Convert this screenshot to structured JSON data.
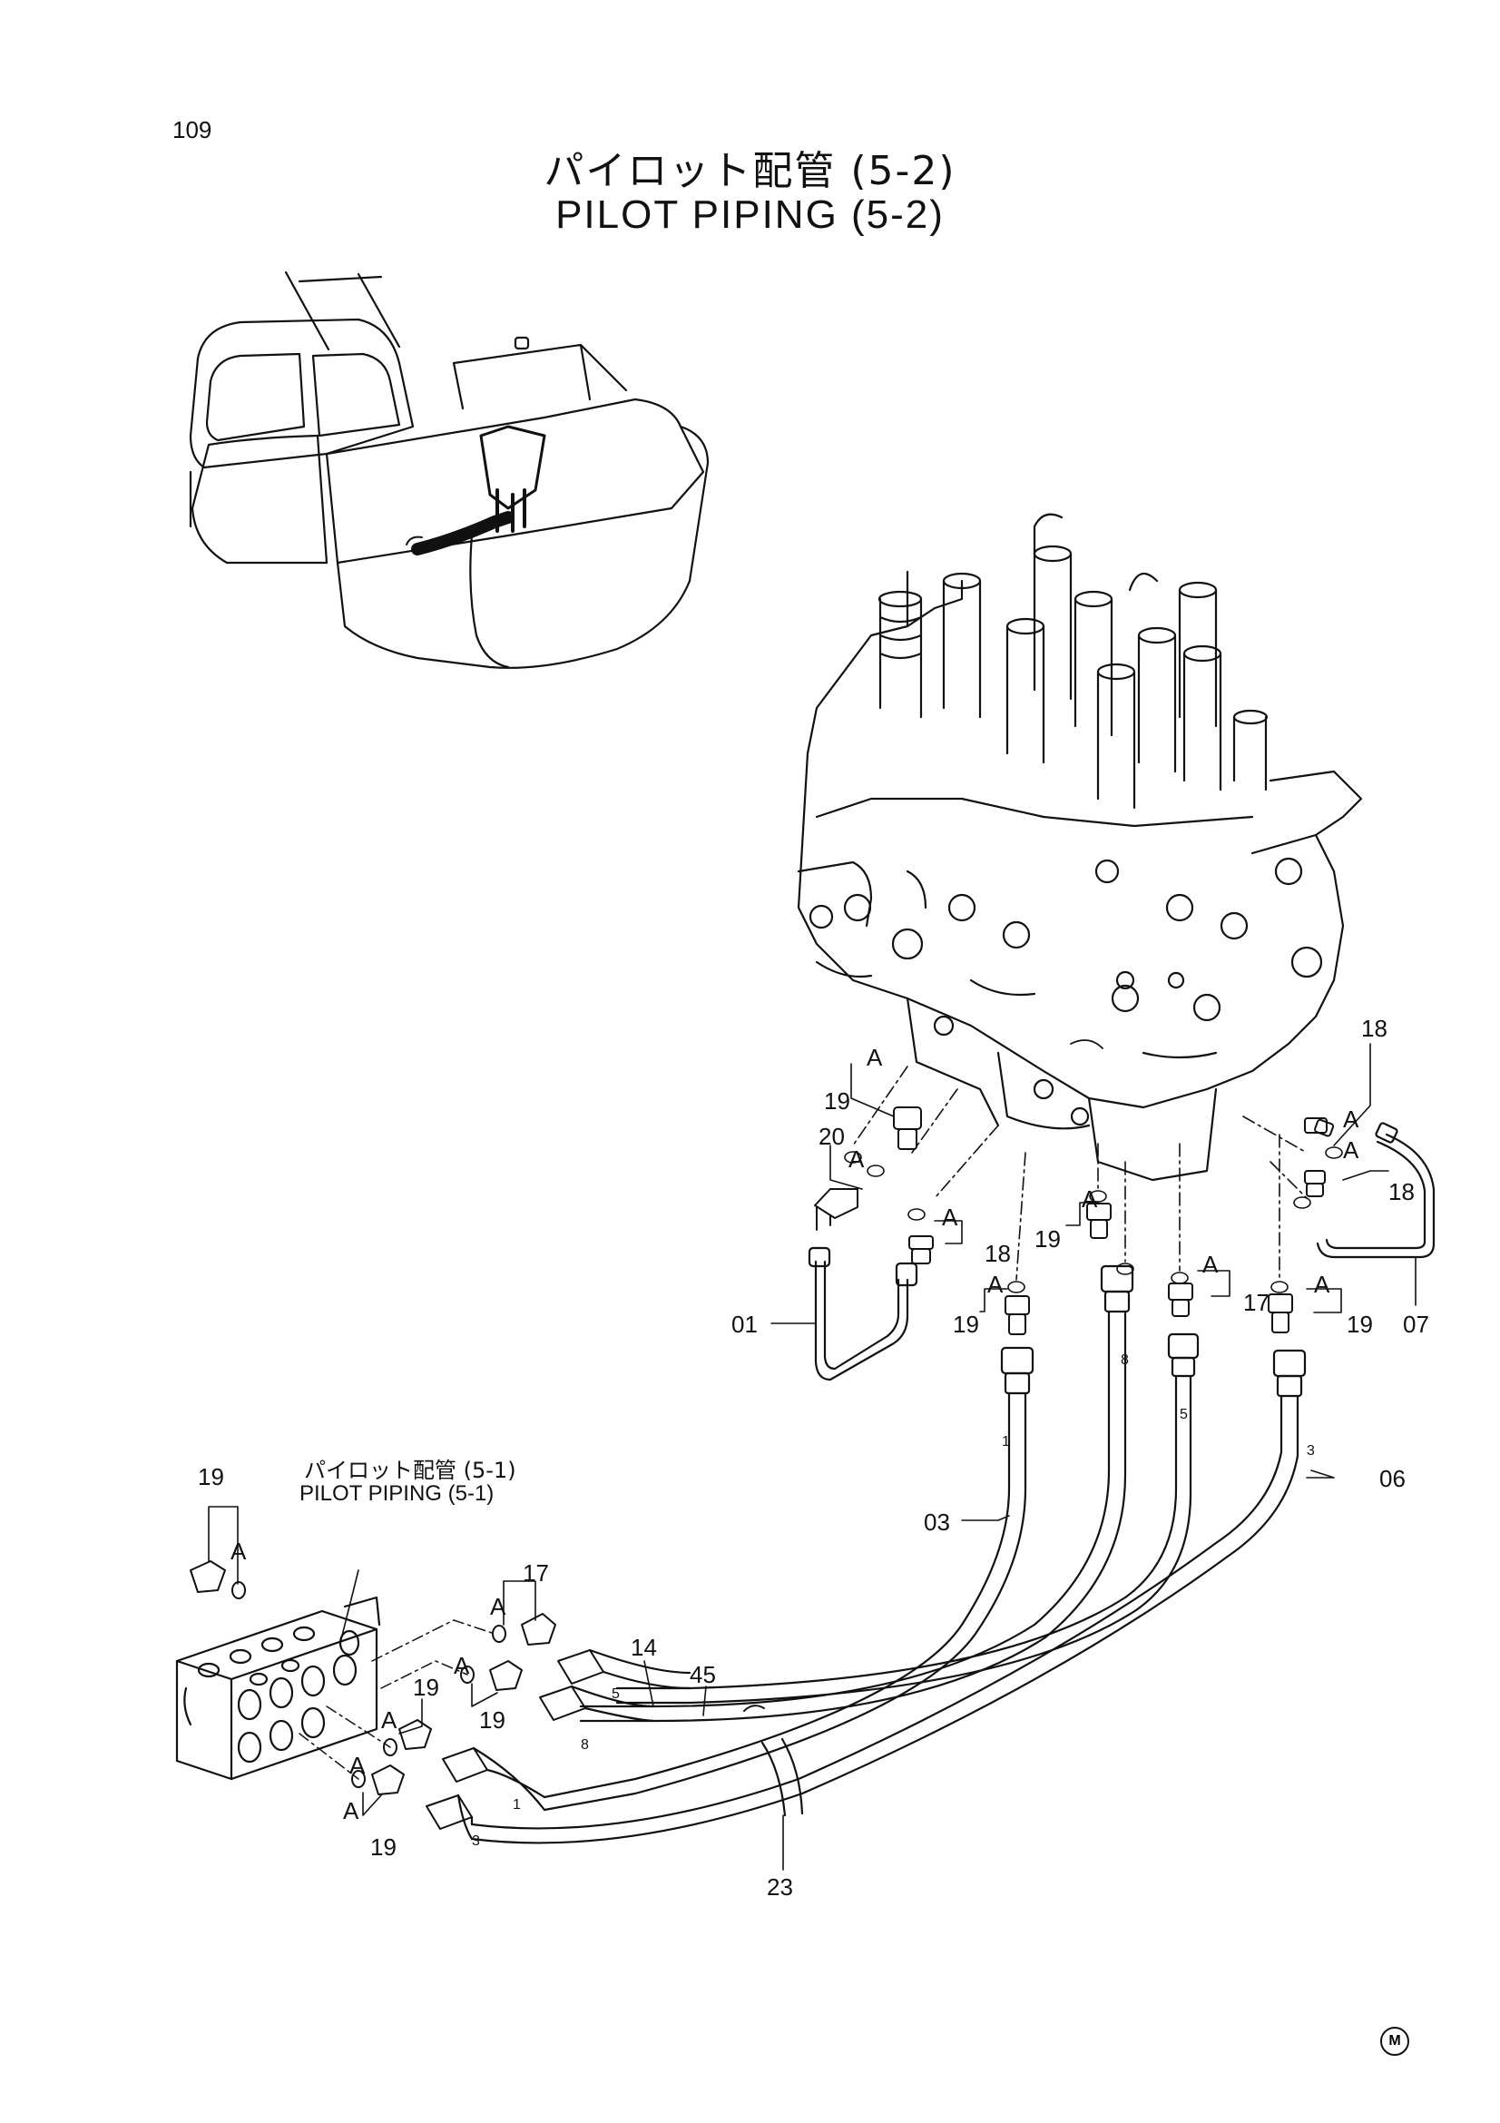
{
  "page_number": "109",
  "title_jp": "パイロット配管 (5-2)",
  "title_en": "PILOT PIPING (5-2)",
  "reference_jp": "パイロット配管 (5-1)",
  "reference_en": "PILOT PIPING (5-1)",
  "corner_mark": "M",
  "callouts": {
    "p18_top": "18",
    "p19_top": "19",
    "p20": "20",
    "p18_right": "18",
    "p18_mid": "18",
    "p19_mid": "19",
    "p19_low": "19",
    "p17_mid": "17",
    "p19_right": "19",
    "p07": "07",
    "p01": "01",
    "p03": "03",
    "p06": "06",
    "p19_left": "19",
    "p17_left": "17",
    "p19_block": "19",
    "p19_block2": "19",
    "p19_bottom": "19",
    "p14": "14",
    "p45": "45",
    "p23": "23"
  },
  "view_markers": {
    "a1": "A",
    "a2": "A",
    "a3": "A",
    "a4": "A",
    "a5": "A",
    "a6": "A",
    "a7": "A",
    "a8": "A",
    "a9": "A",
    "a10": "A",
    "a11": "A",
    "a12": "A",
    "a13": "A",
    "a14": "A",
    "a15": "A"
  },
  "hose_marks": {
    "h1": "1",
    "h8": "8",
    "h5": "5",
    "h3": "3",
    "l5": "5",
    "l8": "8",
    "l1": "1",
    "l3": "3"
  }
}
